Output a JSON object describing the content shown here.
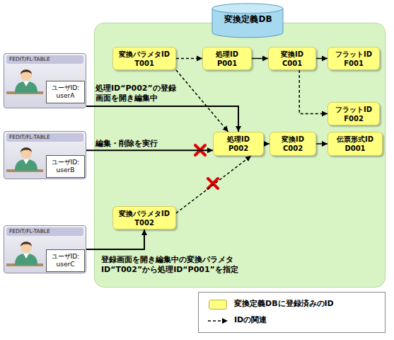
{
  "diagram": {
    "nodes": [
      {
        "text": [
          "変換定義DB"
        ]
      },
      {
        "text": [
          "変換パラメタID",
          "T001"
        ],
        "in": 0
      },
      {
        "text": [
          "処理ID",
          "P001"
        ],
        "in": 0
      },
      {
        "text": [
          "変換ID",
          "C001"
        ],
        "in": 0
      },
      {
        "text": [
          "フラットID",
          "F001"
        ],
        "in": 0
      },
      {
        "text": [
          "フラットID",
          "F002"
        ],
        "in": 0
      },
      {
        "text": [
          "処理ID",
          "P002"
        ],
        "in": 0
      },
      {
        "text": [
          "変換ID",
          "C002"
        ],
        "in": 0
      },
      {
        "text": [
          "伝票形式ID",
          "D001"
        ],
        "in": 0
      },
      {
        "text": [
          "変換パラメタID",
          "T002"
        ],
        "in": 0
      },
      {
        "text": [
          "FEDIT/FL-TABLE"
        ]
      },
      {
        "text": [
          "ユーザID:",
          "userA"
        ],
        "in": 10
      },
      {
        "text": [
          "FEDIT/FL-TABLE"
        ]
      },
      {
        "text": [
          "ユーザID:",
          "userB"
        ],
        "in": 12
      },
      {
        "text": [
          "FEDIT/FL-TABLE"
        ]
      },
      {
        "text": [
          "ユーザID:",
          "userC"
        ],
        "in": 14
      }
    ],
    "edges": [
      {
        "from": 1,
        "to": 2,
        "arrow": "to"
      },
      {
        "from": 2,
        "to": 3,
        "arrow": "to"
      },
      {
        "from": 3,
        "to": 4,
        "arrow": "to"
      },
      {
        "from": 3,
        "to": 5,
        "arrow": "to"
      },
      {
        "from": 1,
        "to": 6,
        "arrow": "to"
      },
      {
        "from": 6,
        "to": 7,
        "arrow": "to"
      },
      {
        "from": 7,
        "to": 8,
        "arrow": "to"
      },
      {
        "from": 9,
        "to": 6,
        "arrow": "to"
      },
      {
        "from": 10,
        "to": 6,
        "arrow": "to",
        "label": "処理ID“P002”の登録 画面を開き編集中"
      },
      {
        "from": 12,
        "to": 6,
        "arrow": "to",
        "label": "編集・削除を実行"
      },
      {
        "from": 14,
        "to": 9,
        "arrow": "to",
        "label": "登録画面を開き編集中の変換パラメタ ID“T002”から処理ID“P001”を指定"
      }
    ],
    "legend": [
      {
        "text": "変換定義DBに登録済みのID",
        "color": "#ffff80"
      },
      {
        "text": "IDの関連"
      }
    ]
  }
}
